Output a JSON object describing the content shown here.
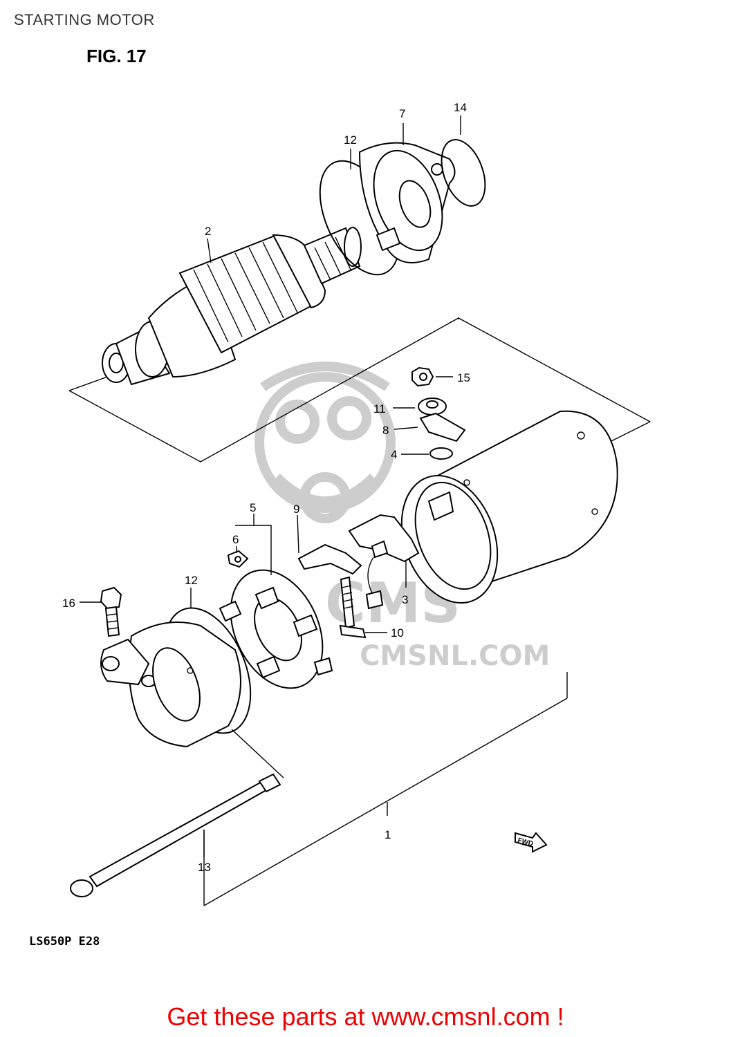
{
  "page": {
    "title": "STARTING MOTOR",
    "figure_label": "FIG. 17",
    "model_code": "LS650P  E28",
    "cta_text": "Get these parts at www.cmsnl.com !"
  },
  "watermark": {
    "brand": "CMS",
    "url_text": "CMSNL.COM"
  },
  "callouts": {
    "c1": "1",
    "c2": "2",
    "c3": "3",
    "c4": "4",
    "c5": "5",
    "c6": "6",
    "c7": "7",
    "c8": "8",
    "c9": "9",
    "c10": "10",
    "c11": "11",
    "c12a": "12",
    "c12b": "12",
    "c13": "13",
    "c14": "14",
    "c15": "15",
    "c16": "16"
  },
  "fwd_arrow_text": "FWD",
  "colors": {
    "line": "#000000",
    "watermark": "#c8c8c8",
    "cta": "#ee0000"
  }
}
